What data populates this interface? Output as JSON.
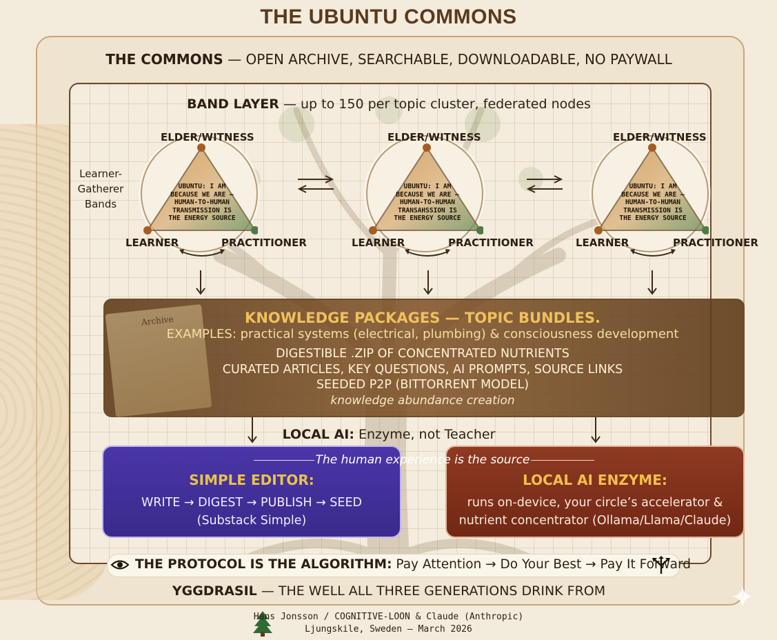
{
  "title": "THE UBUNTU COMMONS",
  "commons": {
    "heading": "THE COMMONS",
    "text": "— OPEN ARCHIVE, SEARCHABLE, DOWNLOADABLE, NO PAYWALL"
  },
  "band_layer": {
    "heading": "BAND LAYER",
    "text": "— up to 150 per topic cluster, federated nodes"
  },
  "side_label": [
    "Learner-",
    "Gatherer",
    "Bands"
  ],
  "bands": [
    {
      "top": "ELDER/WITNESS",
      "left": "LEARNER",
      "right": "PRACTITIONER",
      "center": [
        "UBUNTU: I AM",
        "BECAUSE WE ARE –",
        "HUMAN-TO-HUMAN",
        "TRANSMISSION IS",
        "THE ENERGY SOURCE"
      ]
    },
    {
      "top": "ELDER/WITNESS",
      "left": "LEARNER",
      "right": "PRACTITIONER",
      "center": [
        "UBUNTU: I AM",
        "BECAUSE WE ARE –",
        "HUMAN-TO-HUMAN",
        "TRANSAHSSION IS",
        "THE ENERGY SOURCE"
      ]
    },
    {
      "top": "ELDER/WITNESS",
      "left": "LEARNER",
      "right": "PRACTITIONER",
      "center": [
        "UBUNTU: I AM",
        "BECAUSE WE ARE –",
        "HUMAN-TO-HUMAN",
        "TRANSMISSION IS",
        "THE ENERGY SOURCE"
      ]
    }
  ],
  "knowledge": {
    "paper_word": "Archive",
    "title": "KNOWLEDGE PACKAGES — TOPIC BUNDLES.",
    "examples_label": "EXAMPLES:",
    "examples_text": "practical systems (electrical, plumbing) & consciousness development",
    "line1": "DIGESTIBLE .ZIP OF CONCENTRATED NUTRIENTS",
    "line2": "CURATED ARTICLES, KEY QUESTIONS, AI PROMPTS, SOURCE LINKS",
    "line3": "SEEDED P2P (BITTORRENT MODEL)",
    "line4": "knowledge abundance creation"
  },
  "local_ai": {
    "heading": "LOCAL AI:",
    "text": "Enzyme, not Teacher"
  },
  "tagline": "The human experience is the source",
  "editor": {
    "title": "SIMPLE EDITOR:",
    "line1": "WRITE → DIGEST → PUBLISH → SEED",
    "line2": "(Substack Simple)"
  },
  "enzyme": {
    "title": "LOCAL AI ENZYME:",
    "line1": "runs on-device, your circle’s accelerator &",
    "line2": "nutrient concentrator (Ollama/Llama/Claude)"
  },
  "protocol": {
    "heading": "THE PROTOCOL IS THE ALGORITHM:",
    "text": "Pay Attention → Do Your Best → Pay It Forward"
  },
  "yggdrasil": {
    "heading": "YGGDRASIL",
    "text": "— THE WELL ALL THREE GENERATIONS DRINK FROM"
  },
  "credits": {
    "line1": "Hans Jonsson / COGNITIVE-LOON & Claude (Anthropic)",
    "line2": "Ljungskile, Sweden — March 2026"
  },
  "colors": {
    "title": "#5a3a1c",
    "knowledge_bg": "#6e4620",
    "knowledge_title": "#f0c05c",
    "editor_bg": "#3f2f99",
    "editor_title": "#e9c24a",
    "enzyme_bg": "#7f2f19",
    "enzyme_title": "#f2c04a",
    "tri_top": "#c98b3a",
    "tri_left": "#b56a2a",
    "tri_right": "#5f8a52"
  },
  "icons": [
    "eye-icon",
    "branching-arrows-icon",
    "pine-tree-icon",
    "sparkle-icon"
  ]
}
